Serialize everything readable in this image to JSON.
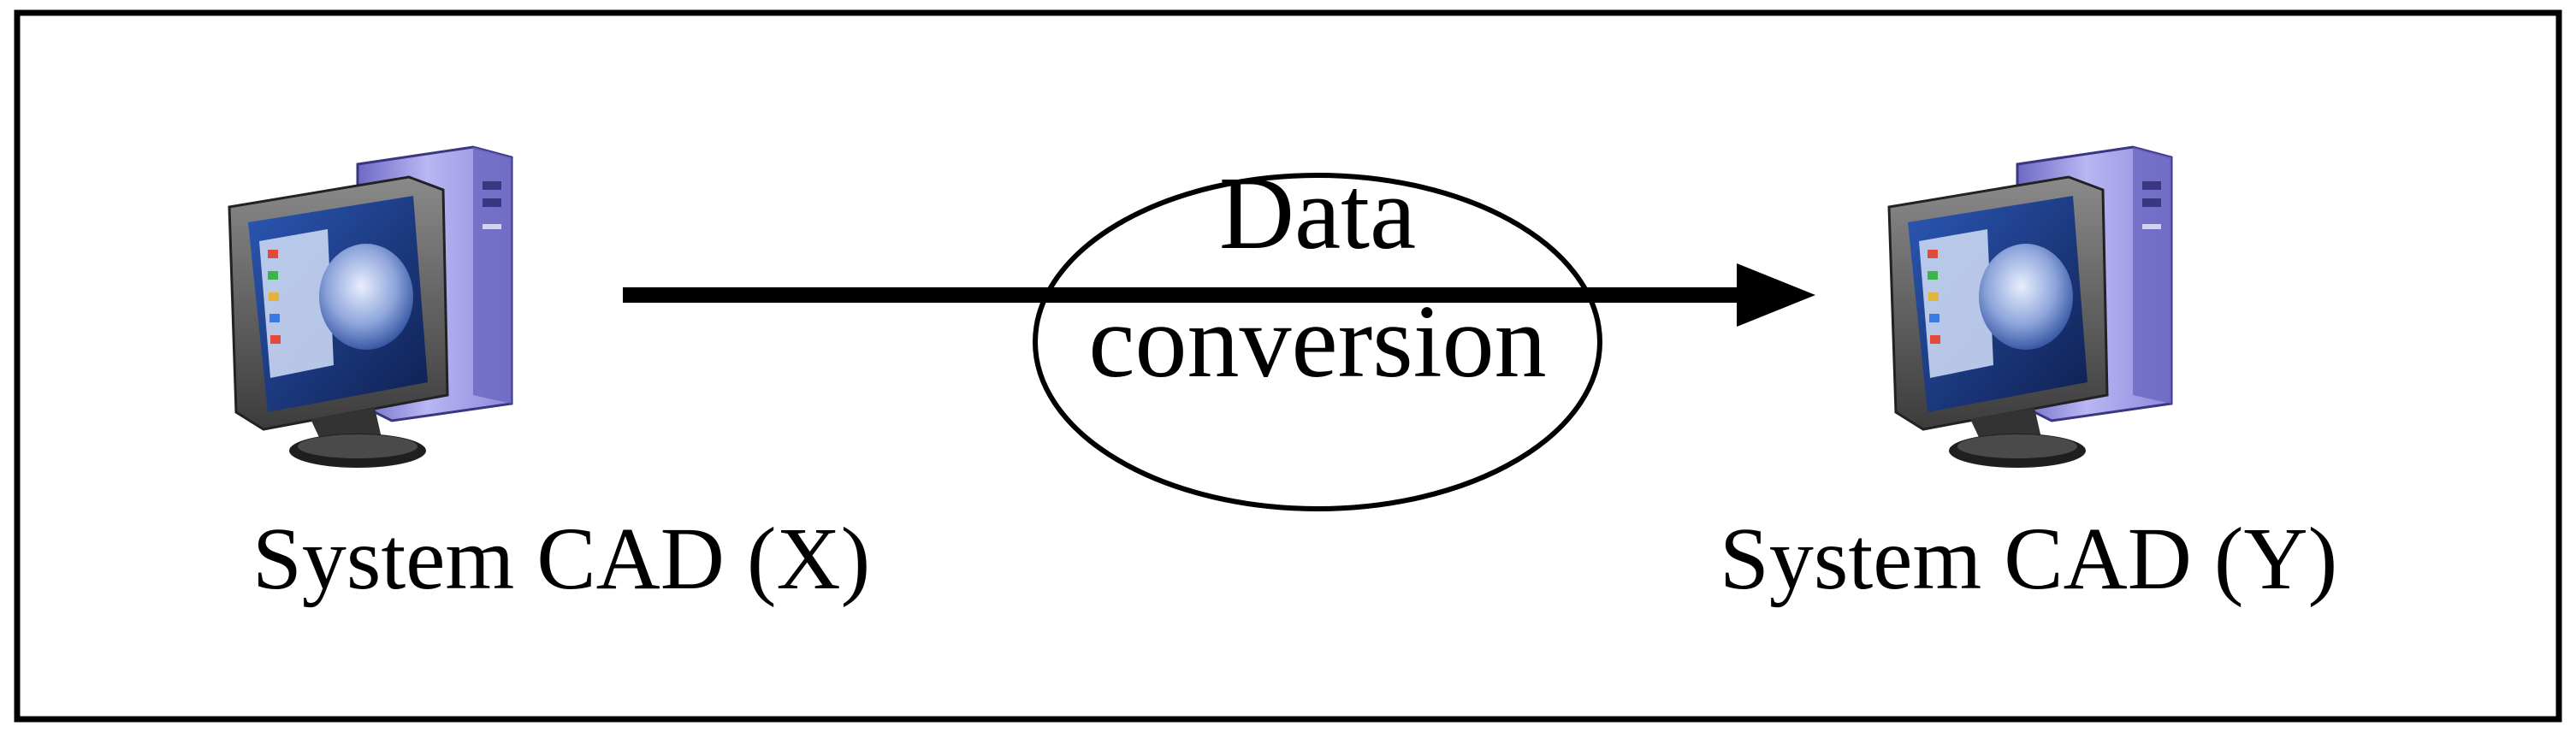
{
  "source": {
    "label": "System CAD (X)",
    "icon": "desktop-computer-icon"
  },
  "target": {
    "label": "System CAD (Y)",
    "icon": "desktop-computer-icon"
  },
  "process": {
    "line1": "Data",
    "line2": "conversion"
  },
  "colors": {
    "border": "#000000",
    "tower_light": "#b8b6f2",
    "tower_mid": "#8c88dc",
    "tower_dark": "#5c58b0",
    "monitor_frame": "#5a5a5a",
    "screen": "#1f3f8a",
    "screen_highlight": "#9fb8e8",
    "stand": "#2a2a2a"
  }
}
